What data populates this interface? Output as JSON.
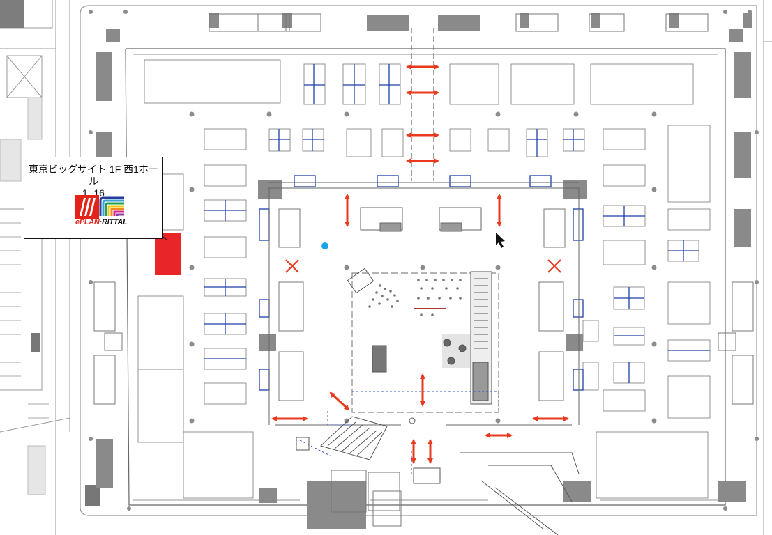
{
  "map": {
    "title": "東京ビッグサイト 1F 西1ホール",
    "booth_number": "1 -16",
    "logo": {
      "brand_a": "ePLAN",
      "brand_b": "RITTAL",
      "text": "ePLAN·RITTAL",
      "colors": {
        "red": "#e2231a",
        "dark": "#1a1a1a"
      }
    },
    "marker_colors": {
      "booth_highlight": "#e8262a",
      "arrow": "#e83a1e",
      "cross": "#e83a1e",
      "you_are_here": "#1aa3e8",
      "pointer": "#111111",
      "booth_outline": "#1f3fa8",
      "wall": "#888888"
    }
  }
}
